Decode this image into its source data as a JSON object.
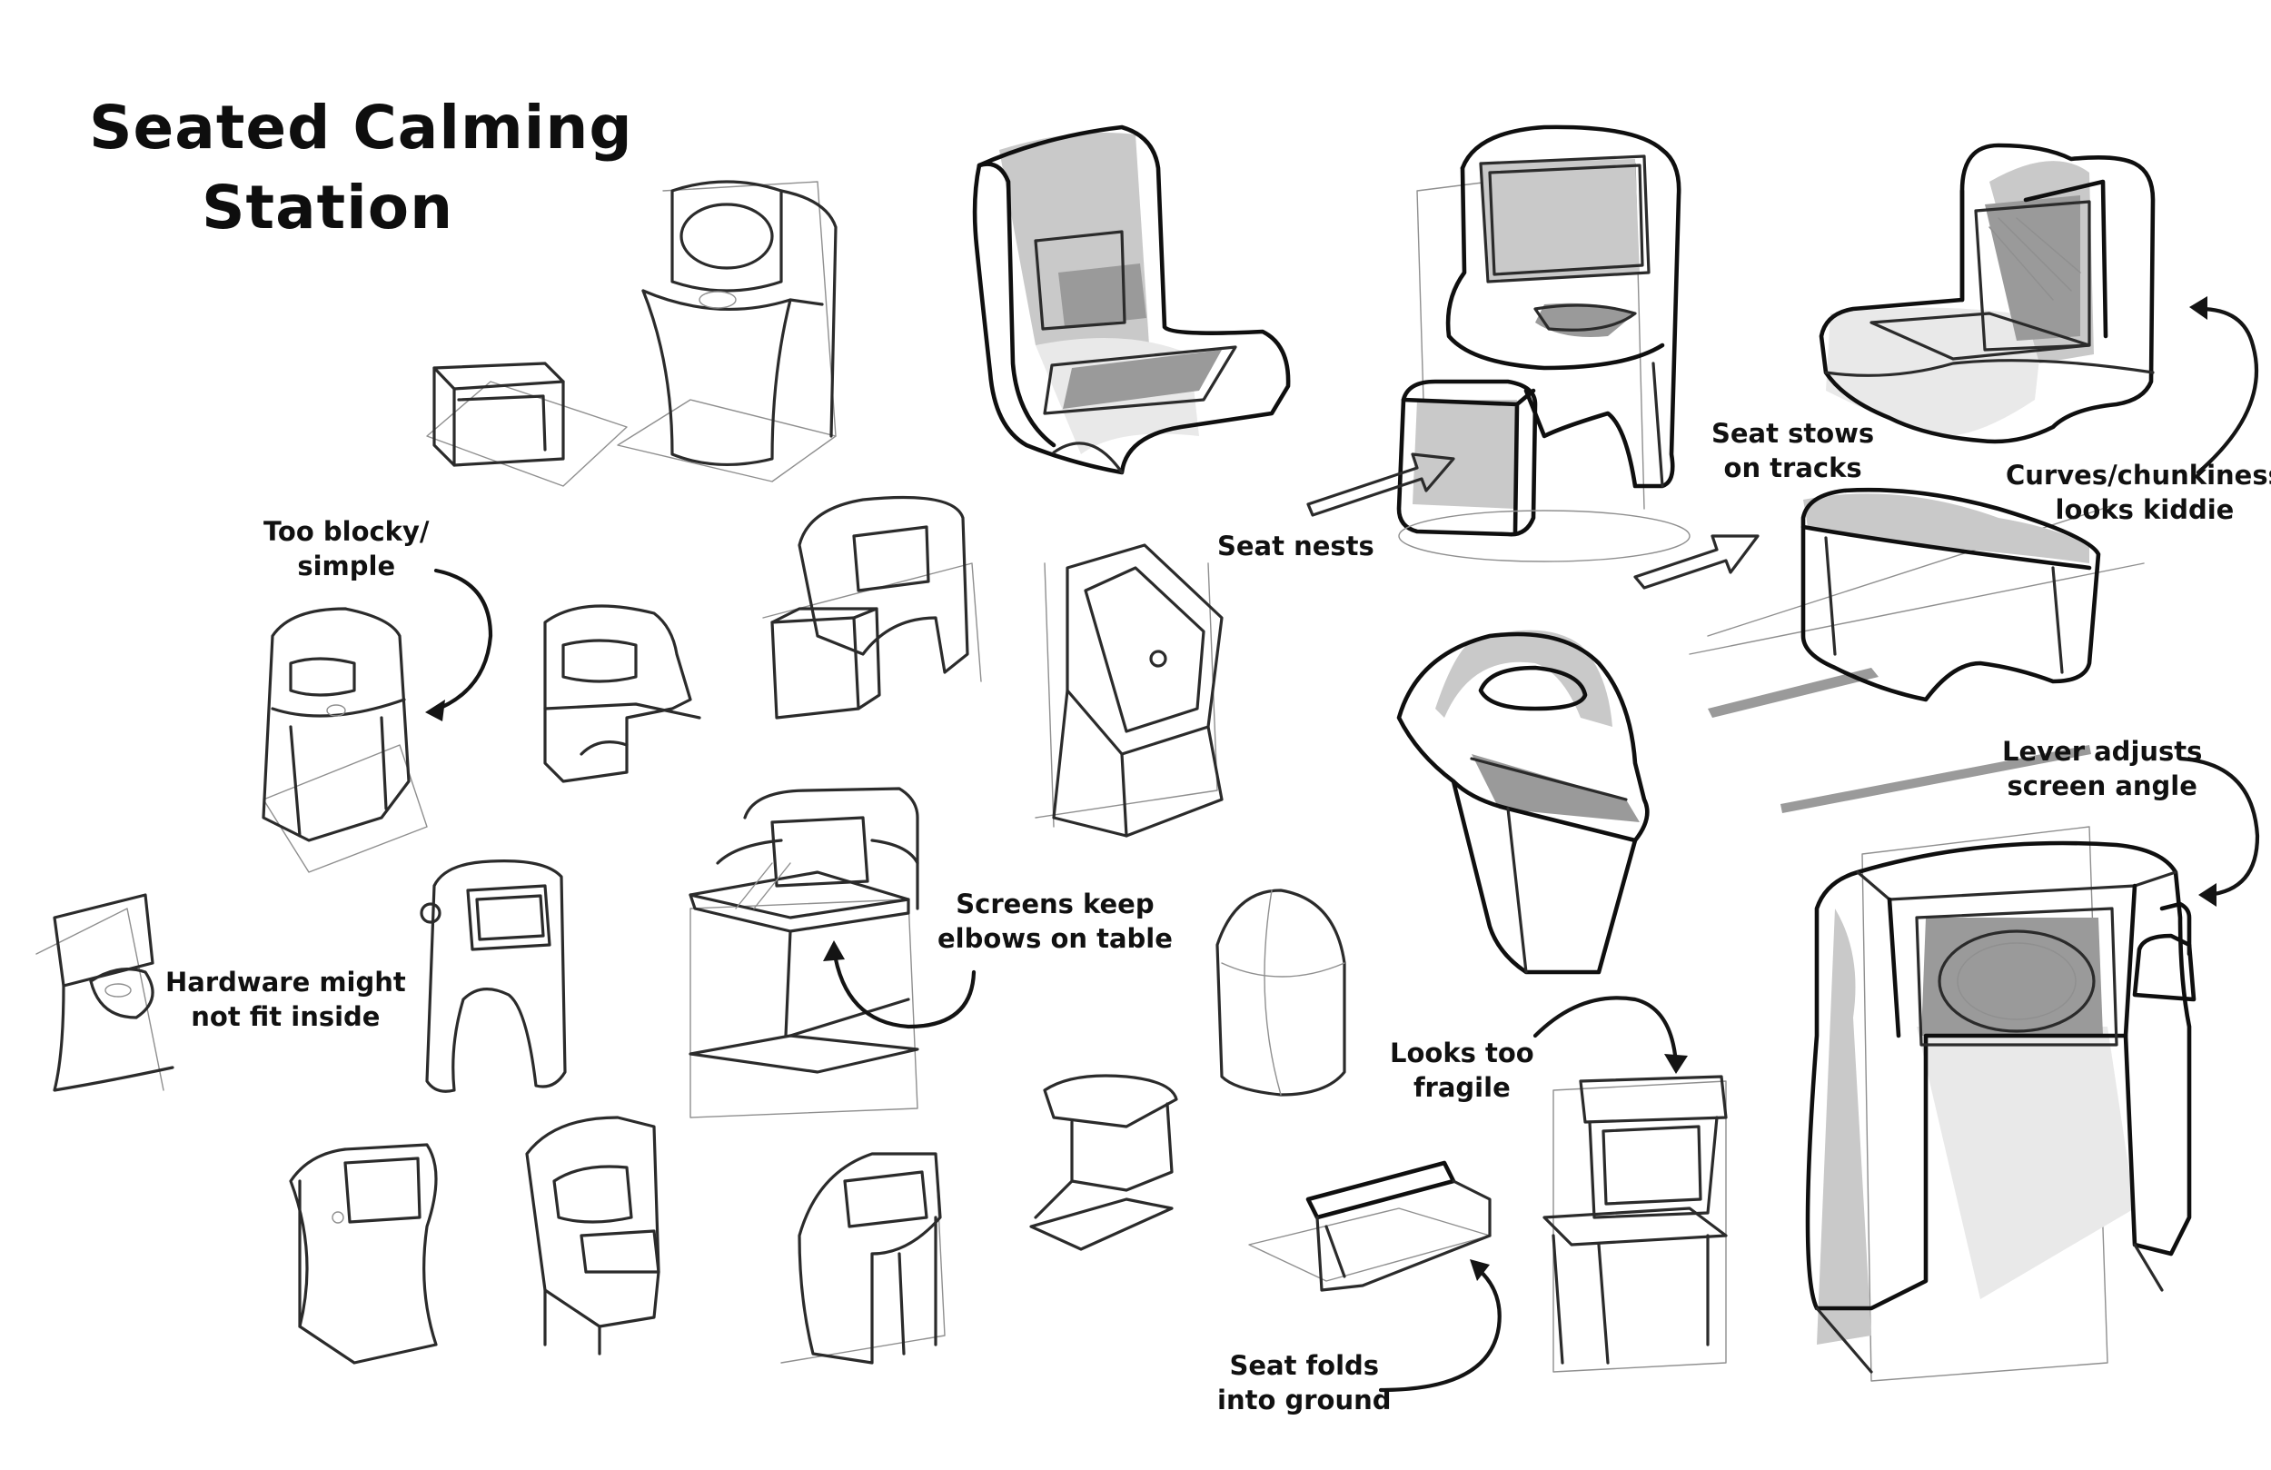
{
  "title": {
    "line1": "Seated Calming",
    "line2": "Station"
  },
  "annotations": {
    "too_blocky": [
      "Too blocky/",
      "simple"
    ],
    "hardware": [
      "Hardware might",
      "not fit inside"
    ],
    "screens_keep": [
      "Screens keep",
      "elbows on table"
    ],
    "seat_nests": [
      "Seat nests"
    ],
    "seat_stows": [
      "Seat stows",
      "on tracks"
    ],
    "curves": [
      "Curves/chunkiness",
      "looks kiddie"
    ],
    "lever": [
      "Lever adjusts",
      "screen angle"
    ],
    "fragile": [
      "Looks too",
      "fragile"
    ],
    "seat_folds": [
      "Seat folds",
      "into ground"
    ]
  },
  "colors": {
    "ink": "#141414",
    "pencil": "#8f8f8f",
    "shade_light": "#e9e9e9",
    "shade_mid": "#c9c9c9",
    "shade_dark": "#9a9a9a"
  }
}
